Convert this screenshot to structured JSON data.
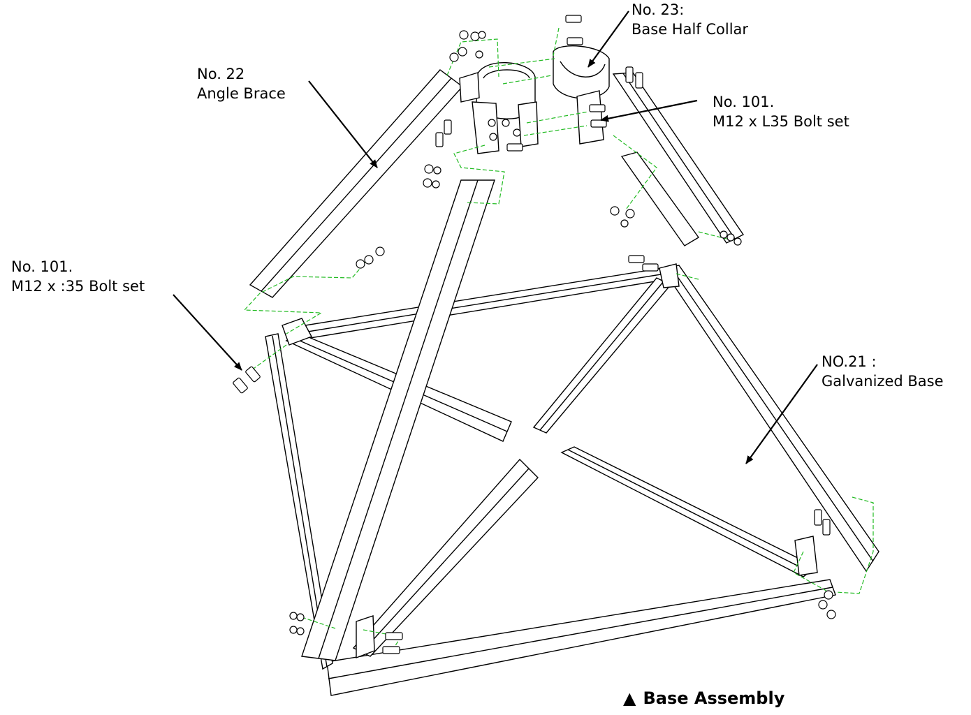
{
  "labels": {
    "collar": {
      "line1": "No. 23:",
      "line2": "Base Half Collar"
    },
    "angle_brace": {
      "line1": "No. 22",
      "line2": "Angle Brace"
    },
    "bolt_top": {
      "line1": "No. 101.",
      "line2": "M12 x L35 Bolt set"
    },
    "bolt_left": {
      "line1": "No. 101.",
      "line2": "M12 x :35 Bolt set"
    },
    "base": {
      "line1": "NO.21 :",
      "line2": "Galvanized Base"
    }
  },
  "caption": {
    "symbol": "▲",
    "text": "Base Assembly"
  },
  "colors": {
    "line": "#000000",
    "hidden_line": "#22bb22",
    "background": "#ffffff"
  }
}
